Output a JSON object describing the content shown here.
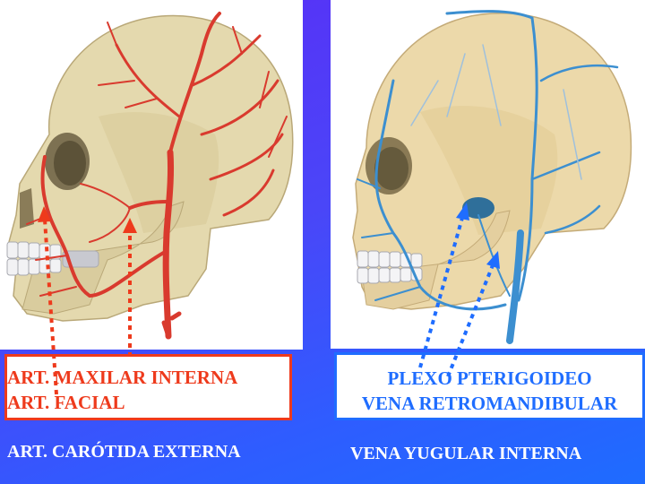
{
  "left_panel": {
    "title": "Skull lateral view with external carotid artery branches",
    "vessel_color": "#d93a2e",
    "box_lines": [
      "ART. MAXILAR INTERNA",
      "ART. FACIAL"
    ],
    "caption": "ART. CARÓTIDA EXTERNA",
    "accent_color": "#ee3a1c"
  },
  "right_panel": {
    "title": "Skull lateral view with internal jugular vein tributaries",
    "vessel_color": "#3c8fd0",
    "box_lines": [
      "PLEXO PTERIGOIDEO",
      "VENA RETROMANDIBULAR"
    ],
    "caption": "VENA YUGULAR INTERNA",
    "accent_color": "#1f6dff"
  },
  "background": {
    "gradient_top": "#5b2cf6",
    "gradient_bottom": "#1e6cff"
  }
}
